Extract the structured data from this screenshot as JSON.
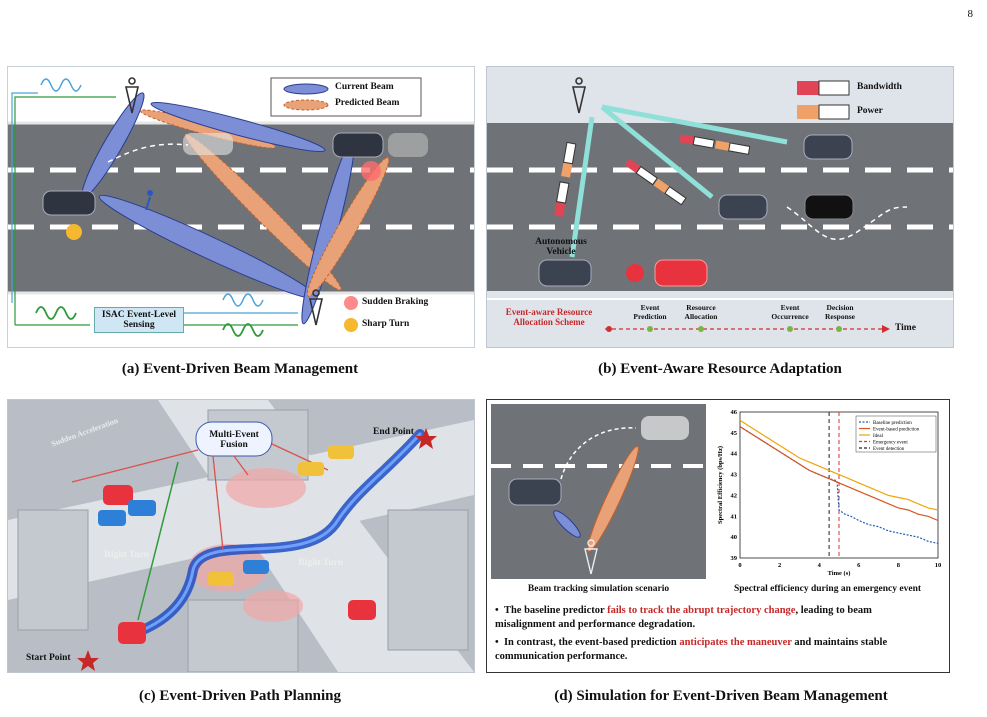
{
  "page_number": "8",
  "panel_a": {
    "caption": "(a) Event-Driven Beam Management",
    "legend_current": "Current Beam",
    "legend_predicted": "Predicted Beam",
    "isac_label": "ISAC Event-Level Sensing",
    "legend_braking": "Sudden Braking",
    "legend_turn": "Sharp Turn"
  },
  "panel_b": {
    "caption": "(b) Event-Aware Resource Adaptation",
    "legend_bandwidth": "Bandwidth",
    "legend_power": "Power",
    "vehicle_label": "Autonomous Vehicle",
    "scheme_label": "Event-aware Resource Allocation Scheme",
    "timeline": [
      "Event Prediction",
      "Resource Allocation",
      "Event Occurrence",
      "Decision Response"
    ],
    "time_label": "Time"
  },
  "panel_c": {
    "caption": "(c) Event-Driven Path Planning",
    "fusion_label": "Multi-Event Fusion",
    "end_point": "End Point",
    "start_point": "Start Point",
    "right_turn_1": "Right Turn",
    "right_turn_2": "Right Turn",
    "sudden_label": "Sudden Acceleration"
  },
  "panel_d": {
    "caption": "(d) Simulation for Event-Driven Beam Management",
    "left_caption": "Beam tracking simulation scenario",
    "right_caption": "Spectral efficiency during an emergency event",
    "bullet1_a": "The baseline predictor ",
    "bullet1_b": "fails to track the abrupt trajectory change",
    "bullet1_c": ", leading to beam misalignment and performance degradation.",
    "bullet2_a": "In contrast, the event-based prediction ",
    "bullet2_b": "anticipates the maneuver",
    "bullet2_c": " and maintains stable communication performance."
  },
  "chart_data": {
    "type": "line",
    "xlabel": "Time (s)",
    "ylabel": "Spectral Efficiency (bps/Hz)",
    "xlim": [
      0,
      10
    ],
    "ylim": [
      39,
      46
    ],
    "xticks": [
      0,
      2,
      4,
      6,
      8,
      10
    ],
    "yticks": [
      39,
      40,
      41,
      42,
      43,
      44,
      45,
      46
    ],
    "legend_position": "top-right",
    "series": [
      {
        "name": "Baseline prediction",
        "color": "#1f5fbf",
        "style": "dashed",
        "x": [
          0,
          0.5,
          1,
          1.5,
          2,
          2.5,
          3,
          3.5,
          4,
          4.5,
          4.9,
          5.0,
          5.3,
          5.6,
          6,
          6.5,
          7,
          7.5,
          8,
          8.5,
          9,
          9.5,
          10
        ],
        "y": [
          45.3,
          45.0,
          44.7,
          44.4,
          44.1,
          43.8,
          43.5,
          43.2,
          43.0,
          42.8,
          42.7,
          41.3,
          41.1,
          41.0,
          40.8,
          40.6,
          40.5,
          40.3,
          40.2,
          40.1,
          40.0,
          39.8,
          39.7
        ]
      },
      {
        "name": "Event-based prediction",
        "color": "#d9541e",
        "style": "solid",
        "x": [
          0,
          0.5,
          1,
          1.5,
          2,
          2.5,
          3,
          3.5,
          4,
          4.5,
          5,
          5.5,
          6,
          6.5,
          7,
          7.5,
          8,
          8.5,
          9,
          9.5,
          10
        ],
        "y": [
          45.3,
          45.0,
          44.7,
          44.4,
          44.1,
          43.8,
          43.5,
          43.2,
          43.0,
          42.8,
          42.6,
          42.4,
          42.2,
          42.0,
          41.8,
          41.6,
          41.4,
          41.3,
          41.1,
          41.0,
          40.8
        ]
      },
      {
        "name": "Ideal",
        "color": "#f0a30a",
        "style": "solid",
        "x": [
          0,
          0.5,
          1,
          1.5,
          2,
          2.5,
          3,
          3.5,
          4,
          4.5,
          5,
          5.5,
          6,
          6.5,
          7,
          7.5,
          8,
          8.5,
          9,
          9.5,
          10
        ],
        "y": [
          45.6,
          45.3,
          45.0,
          44.7,
          44.4,
          44.1,
          43.8,
          43.6,
          43.4,
          43.2,
          43.0,
          42.8,
          42.6,
          42.4,
          42.2,
          42.0,
          41.9,
          41.8,
          41.6,
          41.4,
          41.3
        ]
      }
    ],
    "vlines": [
      {
        "name": "Emergency event",
        "x": 5.0,
        "color": "#e03030"
      },
      {
        "name": "Event detection",
        "x": 4.5,
        "color": "#222222"
      }
    ]
  }
}
